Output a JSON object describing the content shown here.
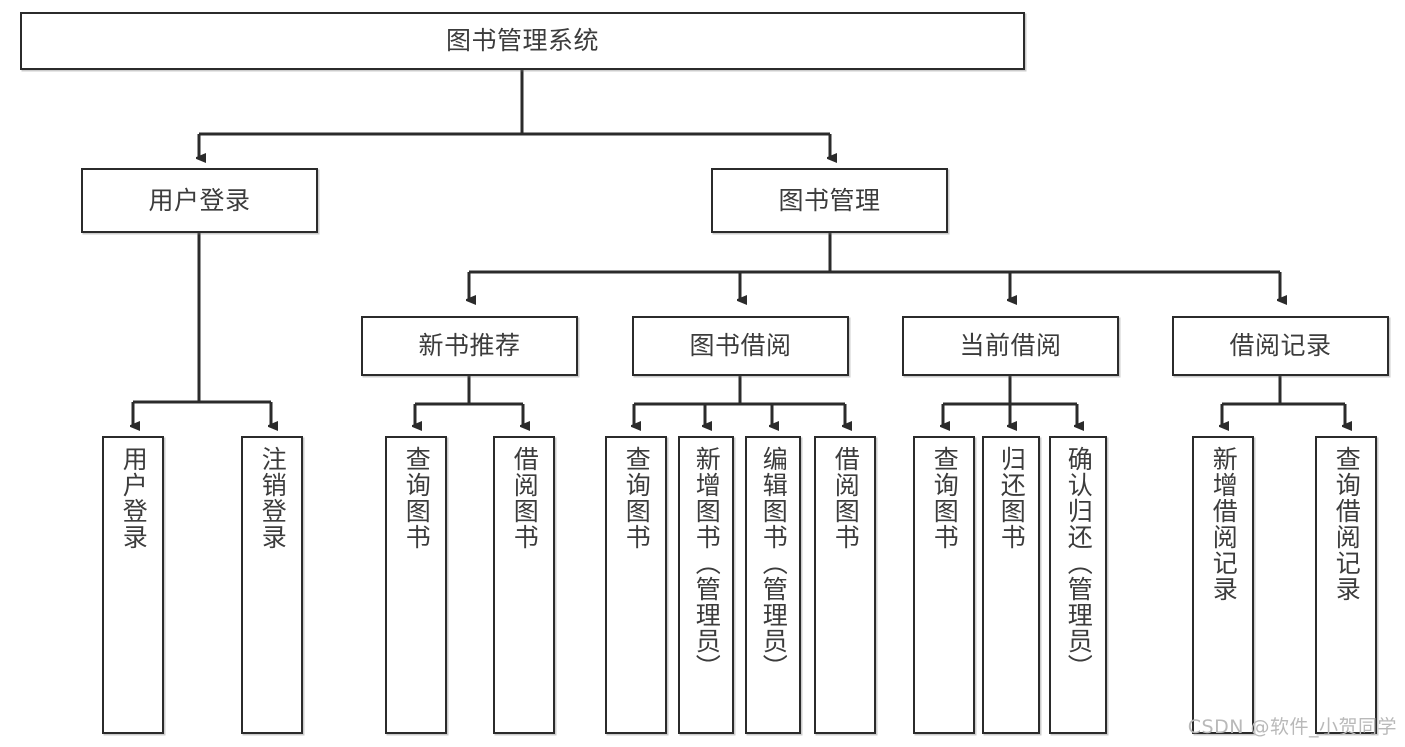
{
  "diagram": {
    "title_node": {
      "id": "root",
      "label": "图书管理系统"
    },
    "level2": [
      {
        "id": "login",
        "label": "用户登录"
      },
      {
        "id": "bookmgmt",
        "label": "图书管理"
      }
    ],
    "level3": [
      {
        "id": "newbook",
        "label": "新书推荐"
      },
      {
        "id": "borrow",
        "label": "图书借阅"
      },
      {
        "id": "current",
        "label": "当前借阅"
      },
      {
        "id": "record",
        "label": "借阅记录"
      }
    ],
    "leaves": [
      {
        "id": "leaf-user-login",
        "label": "用户登录",
        "parent": "login"
      },
      {
        "id": "leaf-logout",
        "label": "注销登录",
        "parent": "login"
      },
      {
        "id": "leaf-query-book-1",
        "label": "查询图书",
        "parent": "newbook"
      },
      {
        "id": "leaf-borrow-book-1",
        "label": "借阅图书",
        "parent": "newbook"
      },
      {
        "id": "leaf-query-book-2",
        "label": "查询图书",
        "parent": "borrow"
      },
      {
        "id": "leaf-add-book",
        "label": "新增图书（管理员）",
        "parent": "borrow"
      },
      {
        "id": "leaf-edit-book",
        "label": "编辑图书（管理员）",
        "parent": "borrow"
      },
      {
        "id": "leaf-borrow-book-2",
        "label": "借阅图书",
        "parent": "borrow"
      },
      {
        "id": "leaf-query-book-3",
        "label": "查询图书",
        "parent": "current"
      },
      {
        "id": "leaf-return-book",
        "label": "归还图书",
        "parent": "current"
      },
      {
        "id": "leaf-confirm-return",
        "label": "确认归还（管理员）",
        "parent": "current"
      },
      {
        "id": "leaf-add-record",
        "label": "新增借阅记录",
        "parent": "record"
      },
      {
        "id": "leaf-query-record",
        "label": "查询借阅记录",
        "parent": "record"
      }
    ]
  },
  "watermark": {
    "text": "CSDN @软件_小贺同学"
  },
  "colors": {
    "stroke": "#2b2b2b",
    "box_fill": "#ffffff",
    "text": "#3c3c3c",
    "watermark": "#b9b9b9",
    "background": "#ffffff"
  }
}
